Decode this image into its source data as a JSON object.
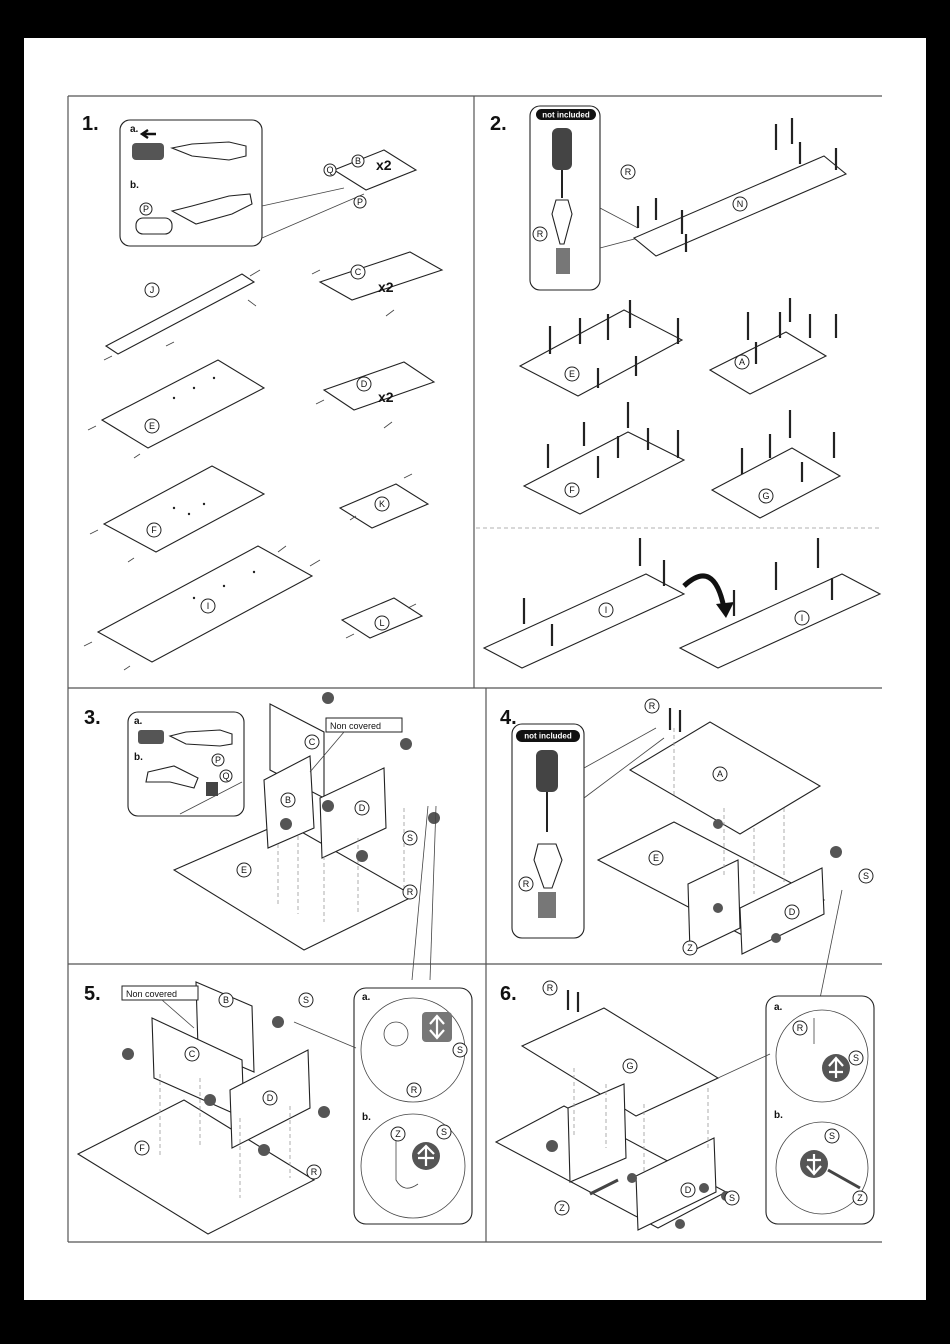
{
  "steps": [
    {
      "number": "1."
    },
    {
      "number": "2."
    },
    {
      "number": "3."
    },
    {
      "number": "4."
    },
    {
      "number": "5."
    },
    {
      "number": "6."
    }
  ],
  "sub_labels": {
    "a": "a.",
    "b": "b."
  },
  "tags": {
    "not_included": "not included",
    "non_covered": "Non covered"
  },
  "quantity": "x2",
  "parts": {
    "A": "A",
    "B": "B",
    "C": "C",
    "D": "D",
    "E": "E",
    "F": "F",
    "G": "G",
    "I": "I",
    "J": "J",
    "K": "K",
    "L": "L",
    "N": "N",
    "P": "P",
    "Q": "Q",
    "R": "R",
    "S": "S",
    "Z": "Z"
  }
}
